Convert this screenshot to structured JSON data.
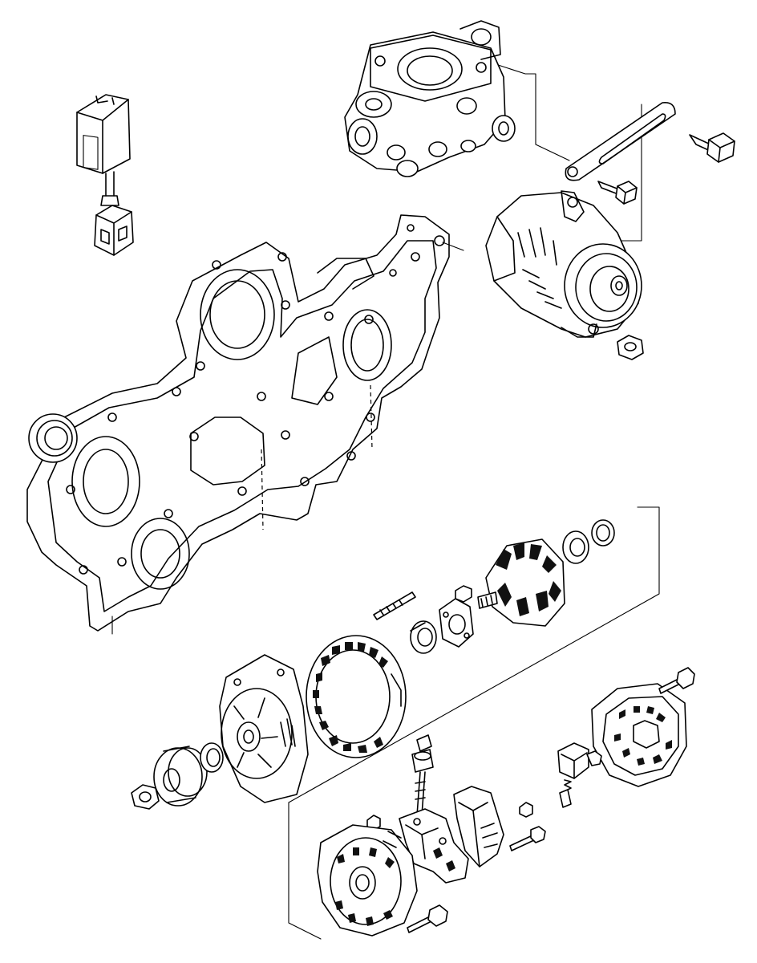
{
  "diagram": {
    "kind": "exploded-parts-drawing",
    "line_color": "#000000",
    "background": "#ffffff",
    "parts": [
      "relay-module",
      "relay-connector",
      "thermostat-housing",
      "adjusting-bracket",
      "bracket-bolt",
      "pivot-bolt",
      "alternator-assembly",
      "mounting-nut",
      "timing-cover",
      "oil-seal",
      "pulley-nut",
      "pulley",
      "front-spacer",
      "front-housing",
      "stator",
      "front-bearing",
      "through-stud",
      "bearing-retainer",
      "retainer-screw",
      "rotor",
      "rear-bearing",
      "rear-washer",
      "rear-cover",
      "cover-bolt",
      "brush-holder",
      "brush-spring",
      "rectifier",
      "regulator",
      "terminal-bolt",
      "terminal-insulator",
      "rear-housing",
      "housing-bolt",
      "small-nut",
      "regulator-screw"
    ]
  }
}
